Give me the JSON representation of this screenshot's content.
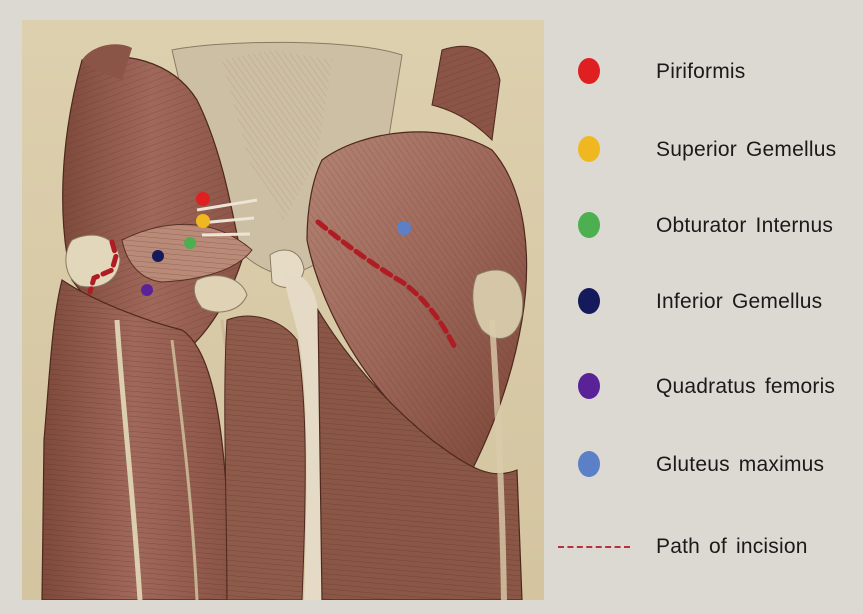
{
  "colors": {
    "piriformis": "#e02020",
    "superior_gemellus": "#f0b820",
    "obturator_internus": "#4caf50",
    "inferior_gemellus": "#141a5c",
    "quadratus_femoris": "#5a2299",
    "gluteus_maximus": "#5b80c8",
    "incision": "#b01c24",
    "background": "#dcd9d2",
    "plate_paper": "#d9cba8"
  },
  "legend": [
    {
      "key": "piriformis",
      "label": "Piriformis",
      "marker": "dot",
      "color": "#e02020"
    },
    {
      "key": "superior_gemellus",
      "label": "Superior Gemellus",
      "marker": "dot",
      "color": "#f0b820"
    },
    {
      "key": "obturator_internus",
      "label": "Obturator Internus",
      "marker": "dot",
      "color": "#4caf50"
    },
    {
      "key": "inferior_gemellus",
      "label": "Inferior Gemellus",
      "marker": "dot",
      "color": "#141a5c"
    },
    {
      "key": "quadratus_femoris",
      "label": "Quadratus femoris",
      "marker": "dot",
      "color": "#5a2299"
    },
    {
      "key": "gluteus_maximus",
      "label": "Gluteus maximus",
      "marker": "dot",
      "color": "#5b80c8"
    },
    {
      "key": "incision",
      "label": "Path of incision",
      "marker": "dashed-line",
      "color": "#b01c24"
    }
  ],
  "plate": {
    "image": "anatomical-plate-posterior-hip-muscles"
  }
}
